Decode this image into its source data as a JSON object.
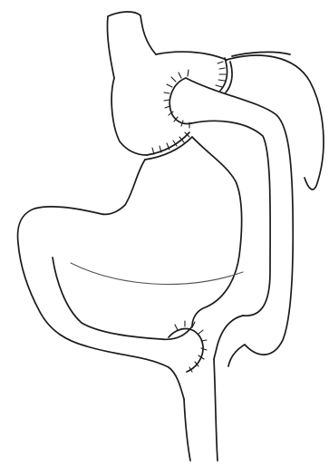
{
  "diagram": {
    "kind": "surgical line drawing",
    "colors": {
      "background": "#ffffff",
      "ink": "#1b1b1b"
    },
    "parts": [
      "esophagus",
      "gastric-pouch",
      "excluded-stomach",
      "roux-limb",
      "gastrojejunal-anastomosis",
      "jejunojejunal-anastomosis",
      "biliopancreatic-limb",
      "common-channel"
    ]
  }
}
